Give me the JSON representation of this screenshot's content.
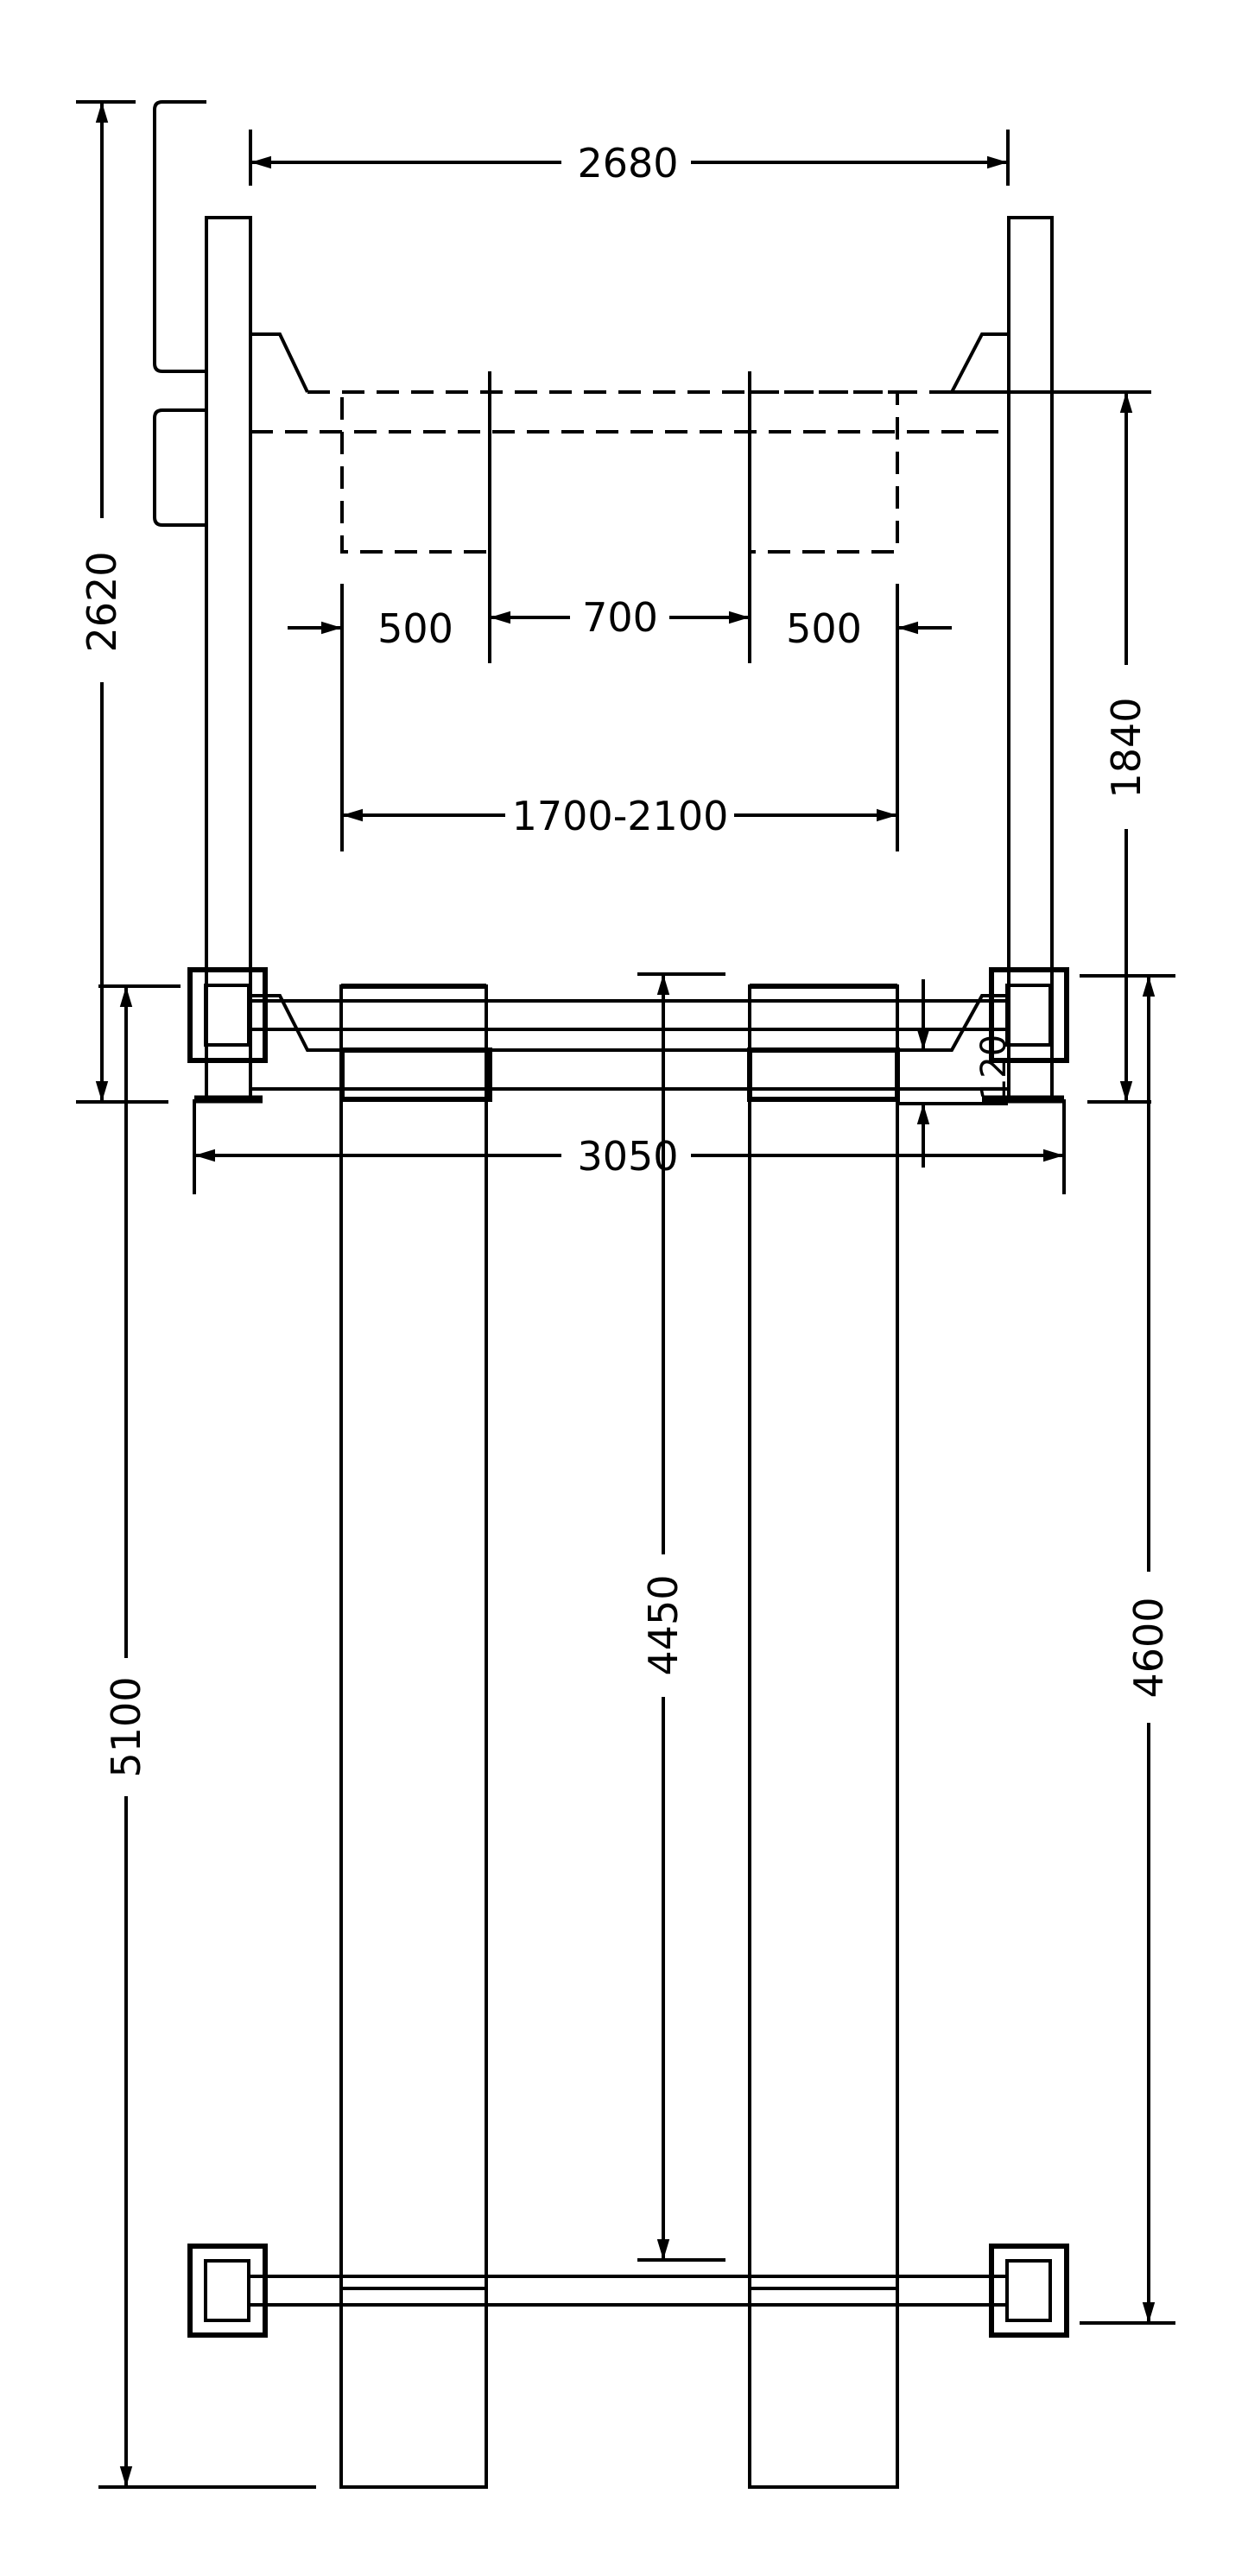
{
  "front_view": {
    "dimensions": {
      "overall_height": "2620",
      "inner_width": "2680",
      "pad_left_width": "500",
      "pad_gap": "700",
      "pad_right_width": "500",
      "wheel_track": "1700-2100",
      "lift_height": "1840",
      "runway_height": "120",
      "overall_width": "3050"
    }
  },
  "plan_view": {
    "dimensions": {
      "overall_length": "5100",
      "post_spacing_inner": "4450",
      "post_spacing": "4600"
    }
  },
  "colors": {
    "line": "#000000",
    "background": "#ffffff"
  }
}
